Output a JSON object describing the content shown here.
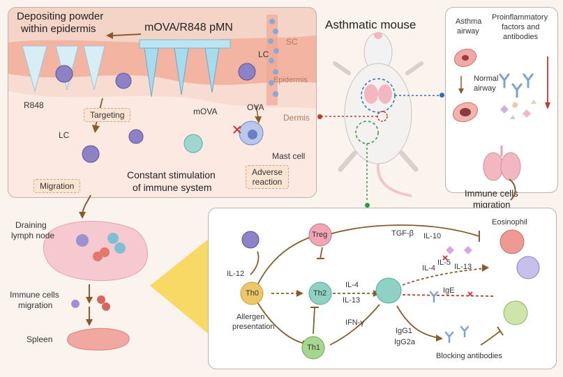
{
  "skin_panel": {
    "title_left": "Depositing powder within epidermis",
    "title_line1": "Depositing powder",
    "title_line2": "within epidermis",
    "pmn_label": "mOVA/R848 pMN",
    "sc": "SC",
    "epidermis": "Epidermis",
    "dermis": "Dermis",
    "lc_top": "LC",
    "r848": "R848",
    "targeting": "Targeting",
    "movа_label": "mOVA",
    "ova": "OVA",
    "lc_mid": "LC",
    "mast_cell": "Mast cell",
    "constant_line1": "Constant stimulation",
    "constant_line2": "of immune system",
    "migration": "Migration",
    "adverse_line1": "Adverse",
    "adverse_line2": "reaction"
  },
  "mouse": {
    "title": "Asthmatic mouse"
  },
  "airway_panel": {
    "asthma_line1": "Asthma",
    "asthma_line2": "airway",
    "normal_line1": "Normal",
    "normal_line2": "airway",
    "proinf_line1": "Proinflammatory",
    "proinf_line2": "factors and",
    "proinf_line3": "antibodies",
    "immune_line1": "Immune cells",
    "immune_line2": "migration"
  },
  "lymph": {
    "draining_line1": "Draining",
    "draining_line2": "lymph node",
    "immune_line1": "Immune cells",
    "immune_line2": "migration",
    "spleen": "Spleen"
  },
  "immune_panel": {
    "il12": "IL-12",
    "th0": "Th0",
    "allergen_line1": "Allergen",
    "allergen_line2": "presentation",
    "treg": "Treg",
    "th2": "Th2",
    "th1": "Th1",
    "il4": "IL-4",
    "il13": "IL-13",
    "ifng": "IFN-γ",
    "tgfb": "TGF-β",
    "il10": "IL-10",
    "eosinophil": "Eosinophil",
    "il4b": "IL-4",
    "il5": "IL-5",
    "il13b": "IL-13",
    "ige": "IgE",
    "igg1": "IgG1",
    "igg2a": "IgG2a",
    "blocking": "Blocking antibodies"
  },
  "colors": {
    "skin": "#f6cbbd",
    "epidermis": "#f3b9a6",
    "arrow": "#8b5a2b",
    "dashed_red": "#c0392b",
    "dashed_blue": "#2f6fb5",
    "dashed_green": "#2e9b45",
    "th_cells": "#8fd2c3",
    "treg": "#f1a6b5",
    "th1": "#a7d68e",
    "lymph": "#f6c8cf"
  }
}
